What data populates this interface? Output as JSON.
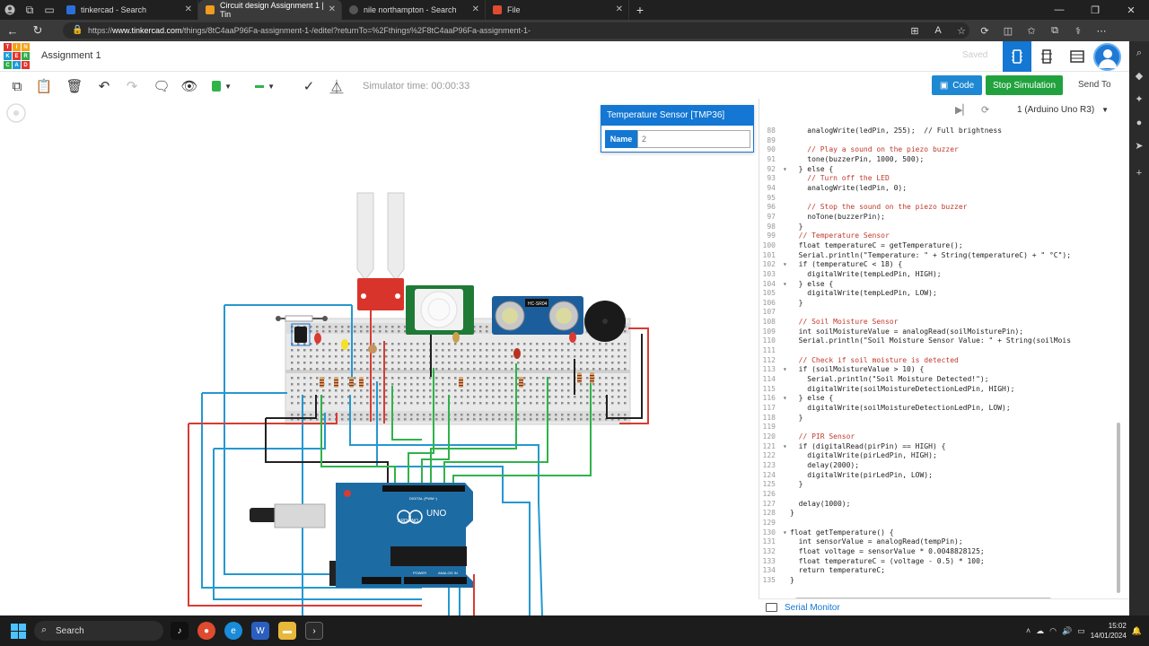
{
  "browser": {
    "tabs": [
      {
        "title": "tinkercad - Search",
        "active": false
      },
      {
        "title": "Circuit design Assignment 1 | Tin",
        "active": true
      },
      {
        "title": "nile northampton - Search",
        "active": false
      },
      {
        "title": "File",
        "active": false
      }
    ],
    "url_prefix": "https://",
    "url_host": "www.tinkercad.com",
    "url_path": "/things/8tC4aaP96Fa-assignment-1-/editel?returnTo=%2Fthings%2F8tC4aaP96Fa-assignment-1-"
  },
  "app": {
    "project_title": "Assignment 1",
    "save_status": "Saved",
    "logo_letters": [
      "T",
      "I",
      "N",
      "K",
      "E",
      "R",
      "C",
      "A",
      "D"
    ],
    "logo_colors": [
      "#e2352b",
      "#f7a21b",
      "#f7a21b",
      "#1a9bd7",
      "#e2352b",
      "#2dae4b",
      "#2dae4b",
      "#1a9bd7",
      "#e2352b"
    ]
  },
  "toolbar": {
    "simulator_time": "Simulator time: 00:00:33",
    "code_label": "Code",
    "stop_label": "Stop Simulation",
    "send_to_label": "Send To",
    "fill_color": "#2fb34a",
    "wire_color": "#2fb34a"
  },
  "properties": {
    "title": "Temperature Sensor [TMP36]",
    "name_label": "Name",
    "name_value": "2"
  },
  "code_panel": {
    "device": "1 (Arduino Uno R3)",
    "lines": [
      {
        "n": "88",
        "t": "    analogWrite(ledPin, 255);  // Full brightness"
      },
      {
        "n": "89",
        "t": ""
      },
      {
        "n": "90",
        "t": "    // Play a sound on the piezo buzzer"
      },
      {
        "n": "91",
        "t": "    tone(buzzerPin, 1000, 500);"
      },
      {
        "n": "92",
        "t": "  } else {"
      },
      {
        "n": "93",
        "t": "    // Turn off the LED"
      },
      {
        "n": "94",
        "t": "    analogWrite(ledPin, 0);"
      },
      {
        "n": "95",
        "t": ""
      },
      {
        "n": "96",
        "t": "    // Stop the sound on the piezo buzzer"
      },
      {
        "n": "97",
        "t": "    noTone(buzzerPin);"
      },
      {
        "n": "98",
        "t": "  }"
      },
      {
        "n": "99",
        "t": "  // Temperature Sensor"
      },
      {
        "n": "100",
        "t": "  float temperatureC = getTemperature();"
      },
      {
        "n": "101",
        "t": "  Serial.println(\"Temperature: \" + String(temperatureC) + \" °C\");"
      },
      {
        "n": "102",
        "t": "  if (temperatureC < 18) {"
      },
      {
        "n": "103",
        "t": "    digitalWrite(tempLedPin, HIGH);"
      },
      {
        "n": "104",
        "t": "  } else {"
      },
      {
        "n": "105",
        "t": "    digitalWrite(tempLedPin, LOW);"
      },
      {
        "n": "106",
        "t": "  }"
      },
      {
        "n": "107",
        "t": ""
      },
      {
        "n": "108",
        "t": "  // Soil Moisture Sensor"
      },
      {
        "n": "109",
        "t": "  int soilMoistureValue = analogRead(soilMoisturePin);"
      },
      {
        "n": "110",
        "t": "  Serial.println(\"Soil Moisture Sensor Value: \" + String(soilMois"
      },
      {
        "n": "111",
        "t": ""
      },
      {
        "n": "112",
        "t": "  // Check if soil moisture is detected"
      },
      {
        "n": "113",
        "t": "  if (soilMoistureValue > 10) {"
      },
      {
        "n": "114",
        "t": "    Serial.println(\"Soil Moisture Detected!\");"
      },
      {
        "n": "115",
        "t": "    digitalWrite(soilMoistureDetectionLedPin, HIGH);"
      },
      {
        "n": "116",
        "t": "  } else {"
      },
      {
        "n": "117",
        "t": "    digitalWrite(soilMoistureDetectionLedPin, LOW);"
      },
      {
        "n": "118",
        "t": "  }"
      },
      {
        "n": "119",
        "t": ""
      },
      {
        "n": "120",
        "t": "  // PIR Sensor"
      },
      {
        "n": "121",
        "t": "  if (digitalRead(pirPin) == HIGH) {"
      },
      {
        "n": "122",
        "t": "    digitalWrite(pirLedPin, HIGH);"
      },
      {
        "n": "123",
        "t": "    delay(2000);"
      },
      {
        "n": "124",
        "t": "    digitalWrite(pirLedPin, LOW);"
      },
      {
        "n": "125",
        "t": "  }"
      },
      {
        "n": "126",
        "t": ""
      },
      {
        "n": "127",
        "t": "  delay(1000);"
      },
      {
        "n": "128",
        "t": "}"
      },
      {
        "n": "129",
        "t": ""
      },
      {
        "n": "130",
        "t": "float getTemperature() {"
      },
      {
        "n": "131",
        "t": "  int sensorValue = analogRead(tempPin);"
      },
      {
        "n": "132",
        "t": "  float voltage = sensorValue * 0.0048828125;"
      },
      {
        "n": "133",
        "t": "  float temperatureC = (voltage - 0.5) * 100;"
      },
      {
        "n": "134",
        "t": "  return temperatureC;"
      },
      {
        "n": "135",
        "t": "}"
      }
    ],
    "serial_monitor_label": "Serial Monitor"
  },
  "circuit": {
    "ultrasonic_label": "HC-SR04",
    "arduino_label": "UNO",
    "arduino_brand": "ARDUINO",
    "digital_label": "DIGITAL (PWM~)",
    "analog_label": "ANALOG IN",
    "power_label": "POWER"
  },
  "taskbar": {
    "search_placeholder": "Search",
    "time": "15:02",
    "date": "14/01/2024"
  }
}
